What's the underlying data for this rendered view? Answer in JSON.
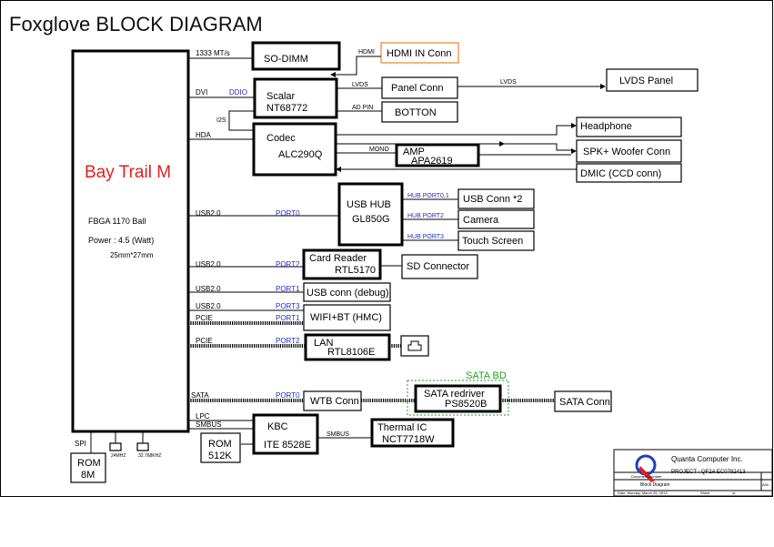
{
  "title": "Foxglove  BLOCK DIAGRAM",
  "cpu": {
    "name": "Bay Trail M",
    "package": "FBGA 1170 Ball",
    "power": "Power : 4.5  (Watt)",
    "size": "25mm*27mm",
    "color": "#e02020"
  },
  "blocks": {
    "sodimm": "SO-DIMM",
    "hdmi": "HDMI IN Conn",
    "scalar": [
      "Scalar",
      "NT68772"
    ],
    "panel_conn": "Panel Conn",
    "lvds_panel": "LVDS Panel",
    "botton": "BOTTON",
    "codec": [
      "Codec",
      "ALC290Q"
    ],
    "headphone": "Headphone",
    "amp": [
      "AMP",
      "APA2619"
    ],
    "spk": "SPK+ Woofer  Conn",
    "dmic": "DMIC (CCD conn)",
    "usbhub": [
      "USB HUB",
      "GL850G"
    ],
    "usb_conn2": "USB Conn *2",
    "camera": "Camera",
    "touch": "Touch Screen",
    "card_reader": [
      "Card Reader",
      "RTL5170"
    ],
    "sd": "SD Connector",
    "usb_debug": "USB conn (debug)",
    "wifi": "WIFI+BT (HMC)",
    "lan": [
      "LAN",
      "RTL8106E"
    ],
    "wtb": "WTB Conn",
    "sata_redriver": [
      "SATA redriver",
      "PS8520B"
    ],
    "sata_conn": "SATA Conn",
    "sata_bd": "SATA BD",
    "kbc": [
      "KBC",
      "ITE 8528E"
    ],
    "rom512": [
      "ROM",
      "512K"
    ],
    "thermal": [
      "Thermal IC",
      "NCT7718W"
    ],
    "rom8m": [
      "ROM",
      "8M"
    ]
  },
  "signals": {
    "mts": "1333 MT/s",
    "hdmi_sig": "HDMI",
    "dvi": "DVI",
    "ddio": "DDIO",
    "lvds1": "LVDS",
    "lvds2": "LVDS",
    "ad_pin": "AD PIN",
    "i2s": "I2S",
    "hda": "HDA",
    "mono": "MONO",
    "usb20_a": "USB2.0",
    "port0_a": "PORT0",
    "hub_port01": "HUB PORT0,1",
    "hub_port2": "HUB PORT2",
    "hub_port3": "HUB PORT3",
    "usb20_b": "USB2.0",
    "port2_b": "PORT2",
    "usb20_c": "USB2.0",
    "port1_c": "PORT1",
    "usb20_d": "USB2.0",
    "port3_d": "PORT3",
    "pcie_a": "PCIE",
    "port1_e": "PORT1",
    "pcie_b": "PCIE",
    "port2_f": "PORT2",
    "sata": "SATA",
    "port0_g": "PORT0",
    "lpc": "LPC",
    "smbus1": "SMBUS",
    "smbus2": "SMBUS",
    "spi": "SPI"
  },
  "crystals": [
    "24MHZ",
    "32.768KHZ"
  ],
  "title_block": {
    "company": "Quanta Computer Inc.",
    "project": "PROJECT : QF2A  EC0782413",
    "doc_label": "Document Number",
    "doc_title": "Block Diagram",
    "date": "Date:  Monday, March 25, 2013",
    "sheet_label": "Sheet",
    "of_label": "of",
    "rev": "A00"
  }
}
